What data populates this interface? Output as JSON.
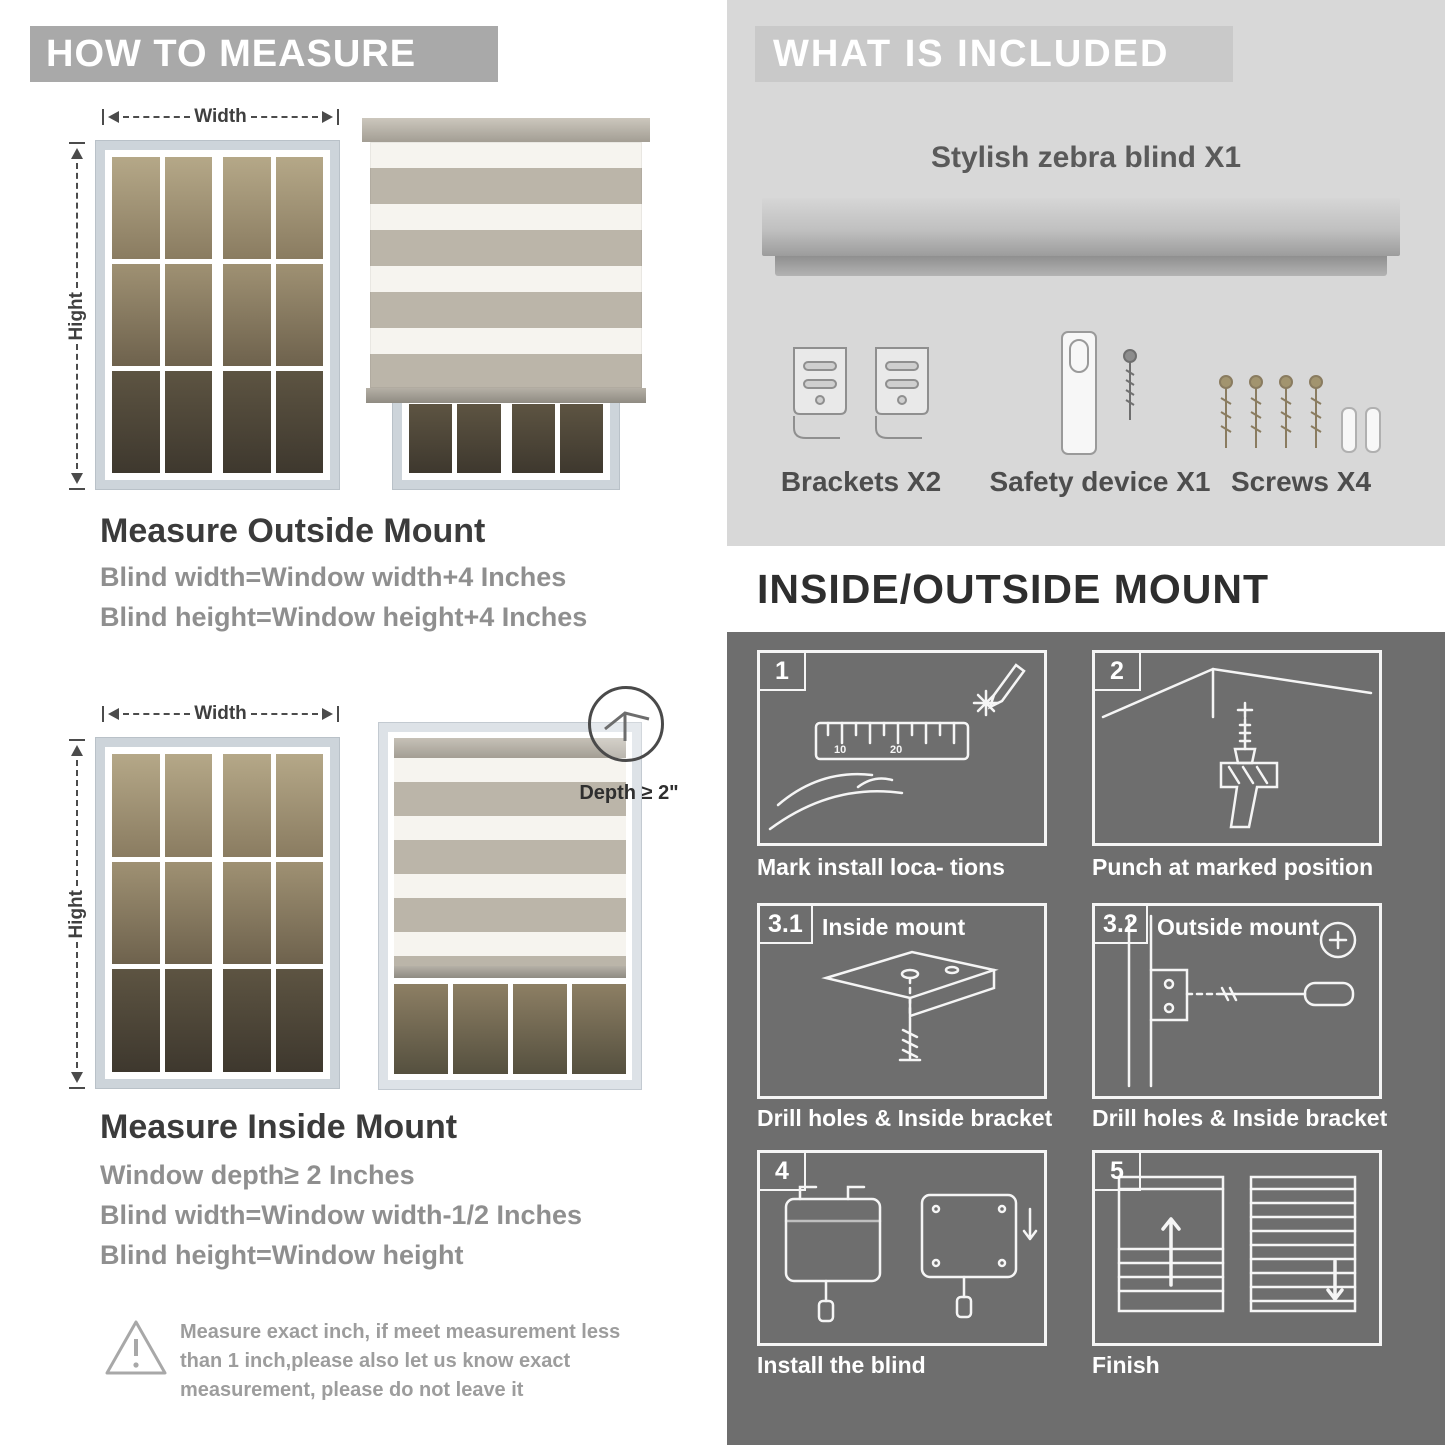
{
  "colors": {
    "left_banner_bg": "#a9a9a9",
    "right_panel_bg": "#d8d8d8",
    "right_banner_bg": "#c9c9c9",
    "dark_panel_bg": "#6e6e6e",
    "heading_text": "#3b3b3b",
    "sub_text": "#8f8f8f",
    "blind_stripe_gray": "#bbb5a9"
  },
  "icons": {
    "warning": "warning-triangle",
    "width_arrow": "double-headed-dashed-arrow",
    "height_arrow": "double-headed-dashed-arrow",
    "depth_callout": "magnifier-circle"
  },
  "left": {
    "header": "HOW TO MEASURE",
    "outside": {
      "width_label": "Width",
      "height_label": "Hight",
      "title": "Measure Outside Mount",
      "line1": "Blind width=Window width+4 Inches",
      "line2": "Blind height=Window height+4 Inches"
    },
    "inside": {
      "width_label": "Width",
      "height_label": "Hight",
      "depth_label": "Depth ≥ 2\"",
      "title": "Measure Inside Mount",
      "line1": "Window depth≥ 2 Inches",
      "line2": "Blind width=Window width-1/2 Inches",
      "line3": "Blind height=Window height"
    },
    "warning": "Measure exact inch, if meet measurement less than 1 inch,please also let us know exact measurement, please do not leave it"
  },
  "right": {
    "included": {
      "header": "WHAT IS INCLUDED",
      "blind_label": "Stylish zebra blind X1",
      "items": [
        {
          "label": "Brackets X2"
        },
        {
          "label": "Safety device X1"
        },
        {
          "label": "Screws X4"
        }
      ]
    },
    "mount": {
      "header": "INSIDE/OUTSIDE MOUNT",
      "steps": [
        {
          "num": "1",
          "caption": "Mark install loca- tions"
        },
        {
          "num": "2",
          "caption": "Punch at  marked position"
        },
        {
          "num": "3.1",
          "label": "Inside mount",
          "caption": "Drill holes &  Inside bracket"
        },
        {
          "num": "3.2",
          "label": "Outside mount",
          "caption": "Drill holes &  Inside bracket"
        },
        {
          "num": "4",
          "caption": "Install the blind"
        },
        {
          "num": "5",
          "caption": "Finish"
        }
      ]
    }
  }
}
